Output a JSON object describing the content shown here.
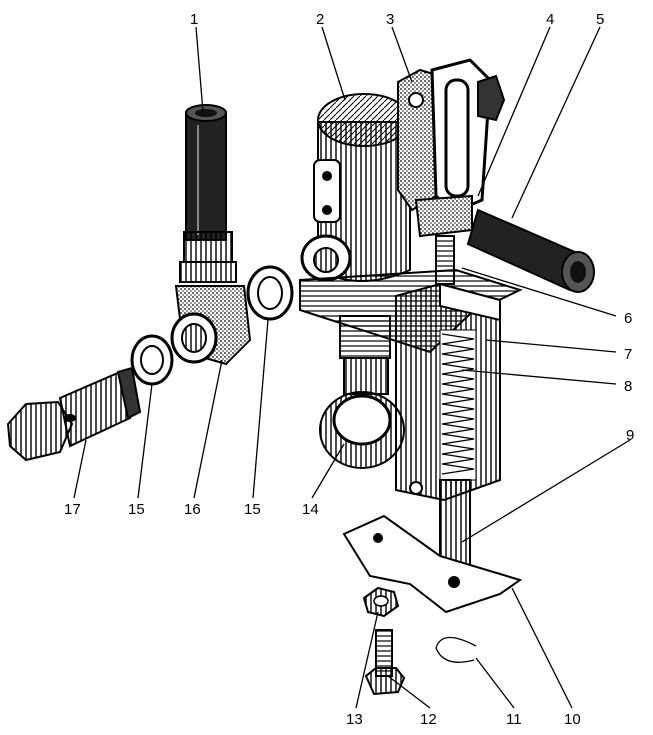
{
  "labels": {
    "l1": "1",
    "l2": "2",
    "l3": "3",
    "l4": "4",
    "l5": "5",
    "l6": "6",
    "l7": "7",
    "l8": "8",
    "l9": "9",
    "l10": "10",
    "l11": "11",
    "l12": "12",
    "l13": "13",
    "l14": "14",
    "l15a": "15",
    "l15b": "15",
    "l16": "16",
    "l17": "17"
  },
  "colors": {
    "ink": "#000000",
    "paper": "#ffffff",
    "shade": "#d9d9d9",
    "dark": "#3a3a3a"
  }
}
